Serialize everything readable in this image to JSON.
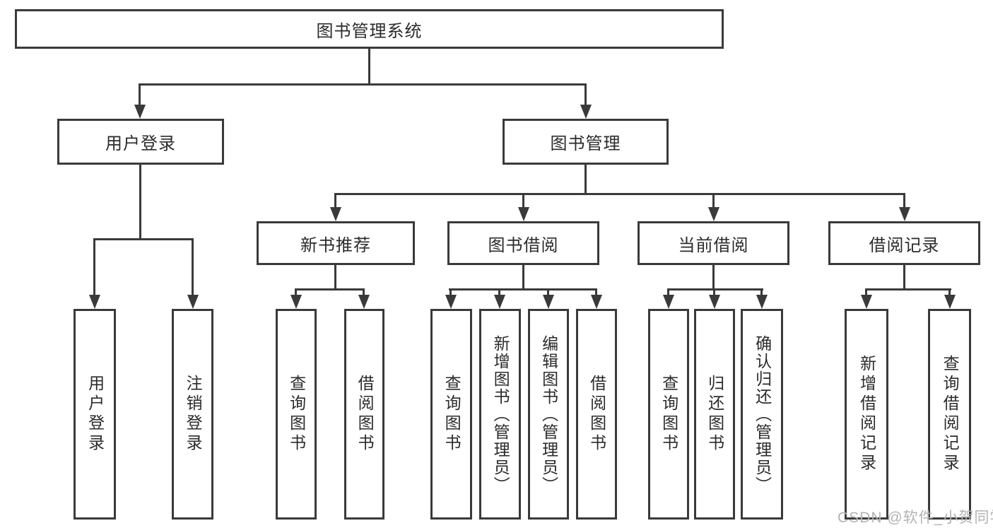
{
  "diagram": {
    "title_node": {
      "label": "图书管理系统"
    },
    "level2": {
      "user_login": {
        "label": "用户登录"
      },
      "book_management": {
        "label": "图书管理"
      }
    },
    "level3": {
      "new_book_recommend": {
        "label": "新书推荐"
      },
      "book_borrow": {
        "label": "图书借阅"
      },
      "current_borrow": {
        "label": "当前借阅"
      },
      "borrow_records": {
        "label": "借阅记录"
      }
    },
    "leaves": {
      "login": [
        "用户登录",
        "注销登录"
      ],
      "recommend": [
        "查询图书",
        "借阅图书"
      ],
      "borrow": [
        "查询图书",
        "新增图书（管理员）",
        "编辑图书（管理员）",
        "借阅图书"
      ],
      "current": [
        "查询图书",
        "归还图书",
        "确认归还（管理员）"
      ],
      "records": [
        "新增借阅记录",
        "查询借阅记录"
      ]
    },
    "colors": {
      "line": "#3a3a3a",
      "text": "#2b2b2b",
      "background": "#ffffff",
      "watermark": "#b3b3b3"
    },
    "watermark": "CSDN @软件_小贺同学"
  }
}
